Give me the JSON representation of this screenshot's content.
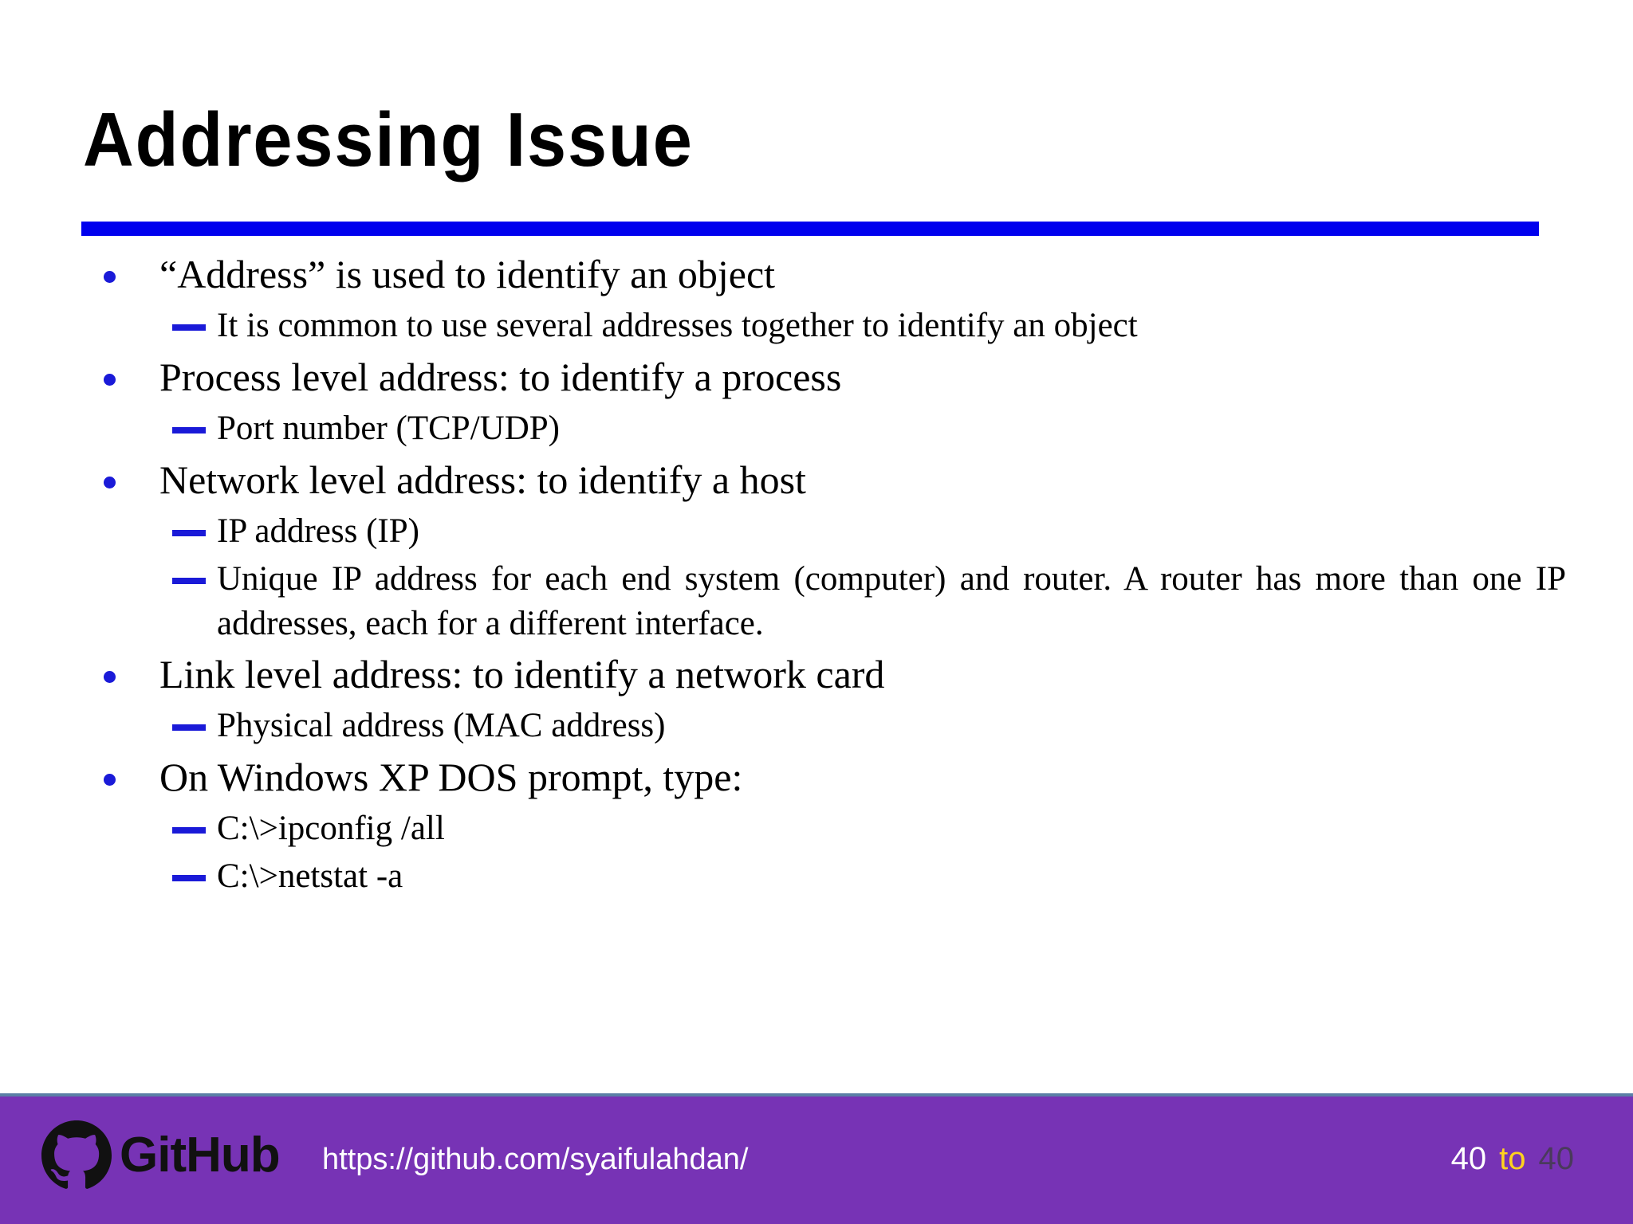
{
  "slide": {
    "title": "Addressing Issue",
    "accent_color": "#0000ee",
    "bullet_color": "#1a1ad8",
    "background": "#ffffff"
  },
  "content": [
    {
      "level": 1,
      "text": "“Address” is used to identify an object"
    },
    {
      "level": 2,
      "text": "It is common to use several addresses together to identify an object"
    },
    {
      "level": 1,
      "text": "Process level address: to identify a process"
    },
    {
      "level": 2,
      "text": "Port number (TCP/UDP)"
    },
    {
      "level": 1,
      "text": "Network level address: to identify a host"
    },
    {
      "level": 2,
      "text": "IP address (IP)"
    },
    {
      "level": 2,
      "text": "Unique IP address for each end system (computer) and router. A router has more than one IP addresses, each for a different interface."
    },
    {
      "level": 1,
      "text": "Link level address: to identify a network card"
    },
    {
      "level": 2,
      "text": "Physical address (MAC address)"
    },
    {
      "level": 1,
      "text": "On Windows XP DOS prompt, type:"
    },
    {
      "level": 2,
      "text": "C:\\>ipconfig /all"
    },
    {
      "level": 2,
      "text": "C:\\>netstat -a"
    }
  ],
  "footer": {
    "bar_color": "#7733b5",
    "logo_label": "GitHub",
    "logo_icon": "github-mark-icon",
    "url": "https://github.com/syaifulahdan/",
    "page_current": "40",
    "page_separator": "to",
    "page_total": "40",
    "page_current_color": "#ffffff",
    "page_separator_color": "#ffd21e",
    "page_total_color": "#4a3a5c"
  }
}
